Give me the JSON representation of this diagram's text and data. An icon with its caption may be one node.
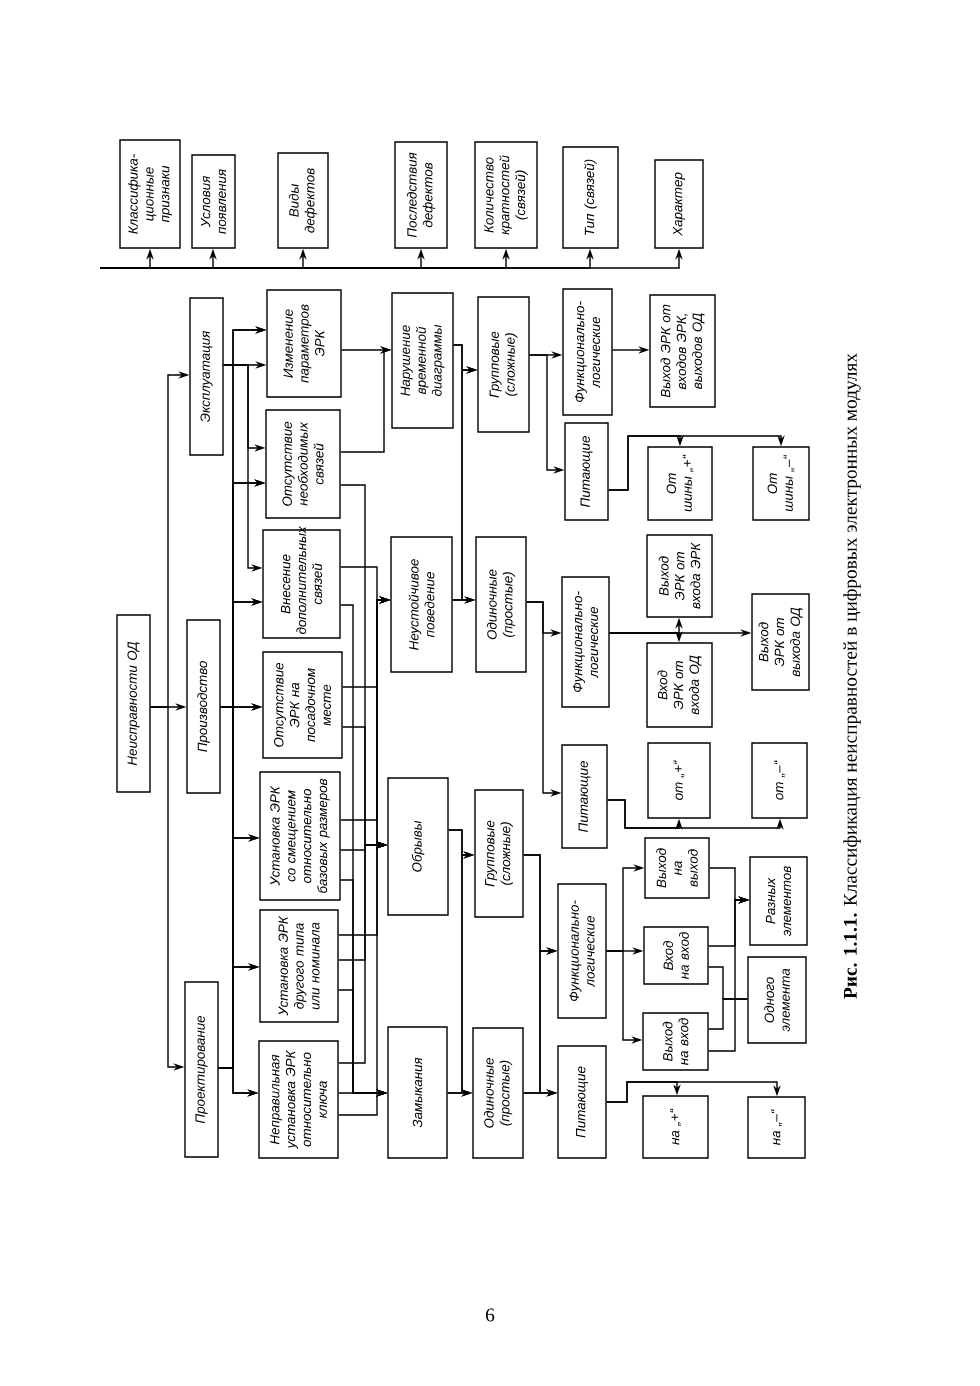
{
  "diagram": {
    "caption": "**Рис. 1.1.1.** Классификация неисправностей в цифровых электронных модулях",
    "nodes": [
      {
        "text": [
          "Неисправности ОД"
        ]
      },
      {
        "text": [
          "Проектирование"
        ]
      },
      {
        "text": [
          "Производство"
        ]
      },
      {
        "text": [
          "Эксплуатация"
        ]
      },
      {
        "text": [
          "Неправильная установка ЭРК относительно ключа"
        ]
      },
      {
        "text": [
          "Установка ЭРК другого типа или номинала"
        ]
      },
      {
        "text": [
          "Установка ЭРК со смещением относительно базовых размеров"
        ]
      },
      {
        "text": [
          "Отсутствие ЭРК на посадочном месте"
        ]
      },
      {
        "text": [
          "Внесение дополнительных связей"
        ]
      },
      {
        "text": [
          "Отсутствие необходимых связей"
        ]
      },
      {
        "text": [
          "Изменение параметров ЭРК"
        ]
      },
      {
        "text": [
          "Замыкания"
        ]
      },
      {
        "text": [
          "Обрывы"
        ]
      },
      {
        "text": [
          "Неустойчивое поведение"
        ]
      },
      {
        "text": [
          "Нарушение временной диаграммы"
        ]
      },
      {
        "text": [
          "Одиночные (простые)"
        ]
      },
      {
        "text": [
          "Групповые (сложные)"
        ]
      },
      {
        "text": [
          "Одиночные (простые)"
        ]
      },
      {
        "text": [
          "Групповые (сложные)"
        ]
      },
      {
        "text": [
          "Питающие"
        ]
      },
      {
        "text": [
          "Функционально-логические"
        ]
      },
      {
        "text": [
          "Питающие"
        ]
      },
      {
        "text": [
          "Функционально-логические"
        ]
      },
      {
        "text": [
          "Питающие"
        ]
      },
      {
        "text": [
          "Функционально-логические"
        ]
      },
      {
        "text": [
          "на „+“"
        ]
      },
      {
        "text": [
          "Выход на вход"
        ]
      },
      {
        "text": [
          "Вход на вход"
        ]
      },
      {
        "text": [
          "Выход на выход"
        ]
      },
      {
        "text": [
          "от „+“"
        ]
      },
      {
        "text": [
          "Вход ЭРК от входа ОД"
        ]
      },
      {
        "text": [
          "Выход ЭРК от входа ЭРК"
        ]
      },
      {
        "text": [
          "От шины „+“"
        ]
      },
      {
        "text": [
          "Выход ЭРК от входов ЭРК, выходов ОД"
        ]
      },
      {
        "text": [
          "на „–“"
        ]
      },
      {
        "text": [
          "Одного элемента"
        ]
      },
      {
        "text": [
          "Разных элементов"
        ]
      },
      {
        "text": [
          "от „–“"
        ]
      },
      {
        "text": [
          "Выход ЭРК от выхода ОД"
        ]
      },
      {
        "text": [
          "От шины „–“"
        ]
      },
      {
        "text": [
          "Классифика-ционные признаки"
        ]
      },
      {
        "text": [
          "Условия появления"
        ]
      },
      {
        "text": [
          "Виды дефектов"
        ]
      },
      {
        "text": [
          "Последствия дефектов"
        ]
      },
      {
        "text": [
          "Количество кратностей (связей)"
        ]
      },
      {
        "text": [
          "Тип (связей)"
        ]
      },
      {
        "text": [
          "Характер"
        ]
      }
    ],
    "edges": [
      {
        "from": 0,
        "to": 1,
        "arrow": "to"
      },
      {
        "from": 0,
        "to": 2,
        "arrow": "to"
      },
      {
        "from": 0,
        "to": 3,
        "arrow": "to"
      },
      {
        "from": 1,
        "to": 4,
        "arrow": "to"
      },
      {
        "from": 1,
        "to": 5,
        "arrow": "to"
      },
      {
        "from": 1,
        "to": 6,
        "arrow": "to"
      },
      {
        "from": 1,
        "to": 7,
        "arrow": "to"
      },
      {
        "from": 1,
        "to": 8,
        "arrow": "to"
      },
      {
        "from": 1,
        "to": 9,
        "arrow": "to"
      },
      {
        "from": 1,
        "to": 10,
        "arrow": "to"
      },
      {
        "from": 2,
        "to": 4,
        "arrow": "to"
      },
      {
        "from": 2,
        "to": 5,
        "arrow": "to"
      },
      {
        "from": 2,
        "to": 6,
        "arrow": "to"
      },
      {
        "from": 2,
        "to": 7,
        "arrow": "to"
      },
      {
        "from": 2,
        "to": 8,
        "arrow": "to"
      },
      {
        "from": 2,
        "to": 9,
        "arrow": "to"
      },
      {
        "from": 2,
        "to": 10,
        "arrow": "to"
      },
      {
        "from": 3,
        "to": 10,
        "arrow": "to"
      },
      {
        "from": 3,
        "to": 9,
        "arrow": "to"
      },
      {
        "from": 3,
        "to": 8,
        "arrow": "to"
      },
      {
        "from": 4,
        "to": 11,
        "arrow": "to"
      },
      {
        "from": 5,
        "to": 11,
        "arrow": "to"
      },
      {
        "from": 6,
        "to": 11,
        "arrow": "to"
      },
      {
        "from": 8,
        "to": 11,
        "arrow": "to"
      },
      {
        "from": 4,
        "to": 12,
        "arrow": "to"
      },
      {
        "from": 5,
        "to": 12,
        "arrow": "to"
      },
      {
        "from": 6,
        "to": 12,
        "arrow": "to"
      },
      {
        "from": 7,
        "to": 12,
        "arrow": "to"
      },
      {
        "from": 9,
        "to": 12,
        "arrow": "to"
      },
      {
        "from": 4,
        "to": 13,
        "arrow": "to"
      },
      {
        "from": 5,
        "to": 13,
        "arrow": "to"
      },
      {
        "from": 6,
        "to": 13,
        "arrow": "to"
      },
      {
        "from": 7,
        "to": 13,
        "arrow": "to"
      },
      {
        "from": 8,
        "to": 13,
        "arrow": "to"
      },
      {
        "from": 9,
        "to": 14,
        "arrow": "to"
      },
      {
        "from": 10,
        "to": 14,
        "arrow": "to"
      },
      {
        "from": 11,
        "to": 15,
        "arrow": "to"
      },
      {
        "from": 11,
        "to": 16,
        "arrow": "to"
      },
      {
        "from": 12,
        "to": 15,
        "arrow": "to"
      },
      {
        "from": 12,
        "to": 16,
        "arrow": "to"
      },
      {
        "from": 13,
        "to": 17,
        "arrow": "to"
      },
      {
        "from": 13,
        "to": 18,
        "arrow": "to"
      },
      {
        "from": 14,
        "to": 17,
        "arrow": "to"
      },
      {
        "from": 14,
        "to": 18,
        "arrow": "to"
      },
      {
        "from": 15,
        "to": 19,
        "arrow": "to"
      },
      {
        "from": 15,
        "to": 20,
        "arrow": "to"
      },
      {
        "from": 16,
        "to": 19,
        "arrow": "to"
      },
      {
        "from": 16,
        "to": 20,
        "arrow": "to"
      },
      {
        "from": 17,
        "to": 21,
        "arrow": "to"
      },
      {
        "from": 17,
        "to": 22,
        "arrow": "to"
      },
      {
        "from": 18,
        "to": 24,
        "arrow": "to"
      },
      {
        "from": 18,
        "to": 23,
        "arrow": "to"
      },
      {
        "from": 19,
        "to": 25,
        "arrow": "to"
      },
      {
        "from": 19,
        "to": 34,
        "arrow": "to"
      },
      {
        "from": 20,
        "to": 28,
        "arrow": "to"
      },
      {
        "from": 20,
        "to": 27,
        "arrow": "to"
      },
      {
        "from": 20,
        "to": 26,
        "arrow": "to"
      },
      {
        "from": 21,
        "to": 29,
        "arrow": "to"
      },
      {
        "from": 21,
        "to": 37,
        "arrow": "to"
      },
      {
        "from": 22,
        "to": 31,
        "arrow": "to"
      },
      {
        "from": 22,
        "to": 30,
        "arrow": "to"
      },
      {
        "from": 22,
        "to": 38,
        "arrow": "to"
      },
      {
        "from": 23,
        "to": 32,
        "arrow": "to"
      },
      {
        "from": 23,
        "to": 39,
        "arrow": "to"
      },
      {
        "from": 24,
        "to": 33,
        "arrow": "to"
      },
      {
        "from": 28,
        "to": 36,
        "arrow": "to"
      },
      {
        "from": 27,
        "to": 36,
        "arrow": "to"
      },
      {
        "from": 26,
        "to": 36,
        "arrow": "to"
      },
      {
        "from": 27,
        "to": 35,
        "arrow": "none"
      },
      {
        "from": 26,
        "to": 35,
        "arrow": "none"
      },
      {
        "from": null,
        "to": 40,
        "arrow": "to"
      },
      {
        "from": null,
        "to": 41,
        "arrow": "to"
      },
      {
        "from": null,
        "to": 42,
        "arrow": "to"
      },
      {
        "from": null,
        "to": 43,
        "arrow": "to"
      },
      {
        "from": null,
        "to": 44,
        "arrow": "to"
      },
      {
        "from": null,
        "to": 45,
        "arrow": "to"
      },
      {
        "from": null,
        "to": 46,
        "arrow": "to"
      }
    ],
    "labels": [
      "6"
    ]
  }
}
